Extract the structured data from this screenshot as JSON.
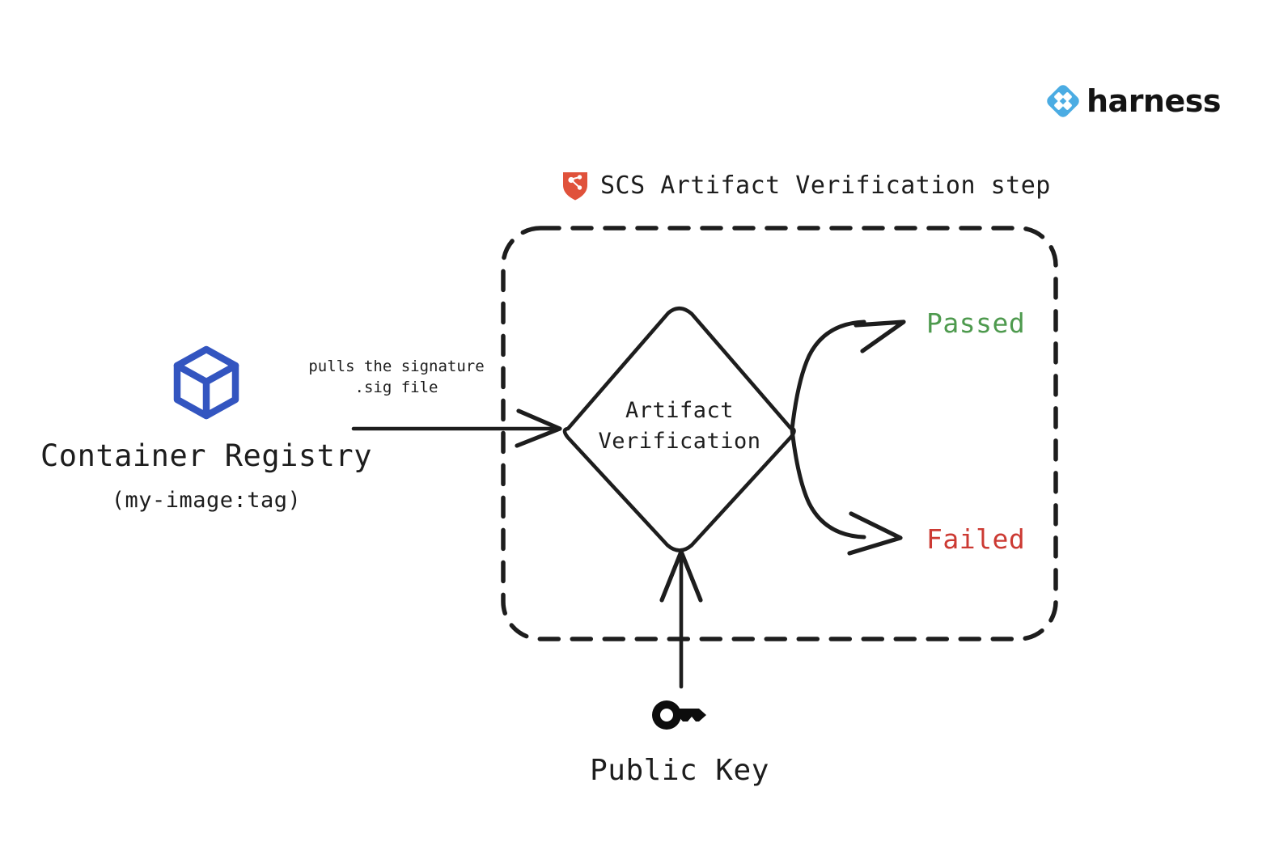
{
  "brand": {
    "name": "harness",
    "logo_icon": "harness-diamond-logo-icon",
    "logo_color": "#4BACE3"
  },
  "step": {
    "title": "SCS Artifact Verification step",
    "icon": "shield-network-icon",
    "icon_color": "#E0523B",
    "boundary_style": "dashed"
  },
  "nodes": {
    "registry": {
      "icon": "cube-box-icon",
      "icon_color": "#3355C0",
      "title": "Container Registry",
      "subtitle": "(my-image:tag)"
    },
    "verification": {
      "line1": "Artifact",
      "line2": "Verification",
      "shape": "diamond"
    },
    "public_key": {
      "icon": "key-icon",
      "label": "Public Key"
    }
  },
  "edges": {
    "registry_to_verification": {
      "label_line1": "pulls the signature",
      "label_line2": ".sig file"
    }
  },
  "outcomes": [
    {
      "label": "Passed",
      "color": "#4E9A4E"
    },
    {
      "label": "Failed",
      "color": "#CC3A33"
    }
  ]
}
